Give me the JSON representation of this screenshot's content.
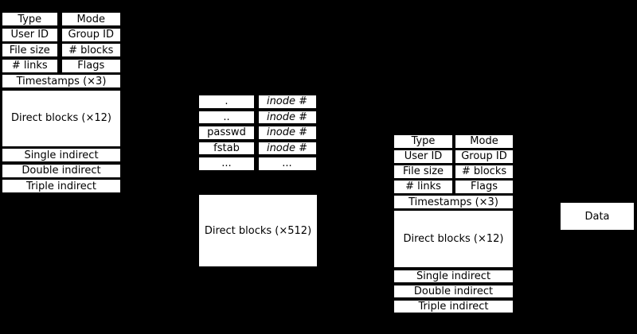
{
  "colors": {
    "background": "#000000",
    "box_fill": "#ffffff",
    "box_border": "#000000",
    "text": "#000000"
  },
  "inode_left": {
    "field_rows": [
      {
        "left": "Type",
        "right": "Mode"
      },
      {
        "left": "User ID",
        "right": "Group ID"
      },
      {
        "left": "File size",
        "right": "# blocks"
      },
      {
        "left": "# links",
        "right": "Flags"
      }
    ],
    "timestamps": "Timestamps (×3)",
    "direct_blocks": "Direct blocks (×12)",
    "single_indirect": "Single indirect",
    "double_indirect": "Double indirect",
    "triple_indirect": "Triple indirect"
  },
  "directory_table": {
    "rows": [
      {
        "name": ".",
        "inode": "inode #"
      },
      {
        "name": "..",
        "inode": "inode #"
      },
      {
        "name": "passwd",
        "inode": "inode #"
      },
      {
        "name": "fstab",
        "inode": "inode #"
      },
      {
        "name": "...",
        "inode": "..."
      }
    ]
  },
  "indirect_block": {
    "label": "Direct blocks (×512)"
  },
  "inode_right": {
    "field_rows": [
      {
        "left": "Type",
        "right": "Mode"
      },
      {
        "left": "User ID",
        "right": "Group ID"
      },
      {
        "left": "File size",
        "right": "# blocks"
      },
      {
        "left": "# links",
        "right": "Flags"
      }
    ],
    "timestamps": "Timestamps (×3)",
    "direct_blocks": "Direct blocks (×12)",
    "single_indirect": "Single indirect",
    "double_indirect": "Double indirect",
    "triple_indirect": "Triple indirect"
  },
  "data_block": {
    "label": "Data"
  }
}
